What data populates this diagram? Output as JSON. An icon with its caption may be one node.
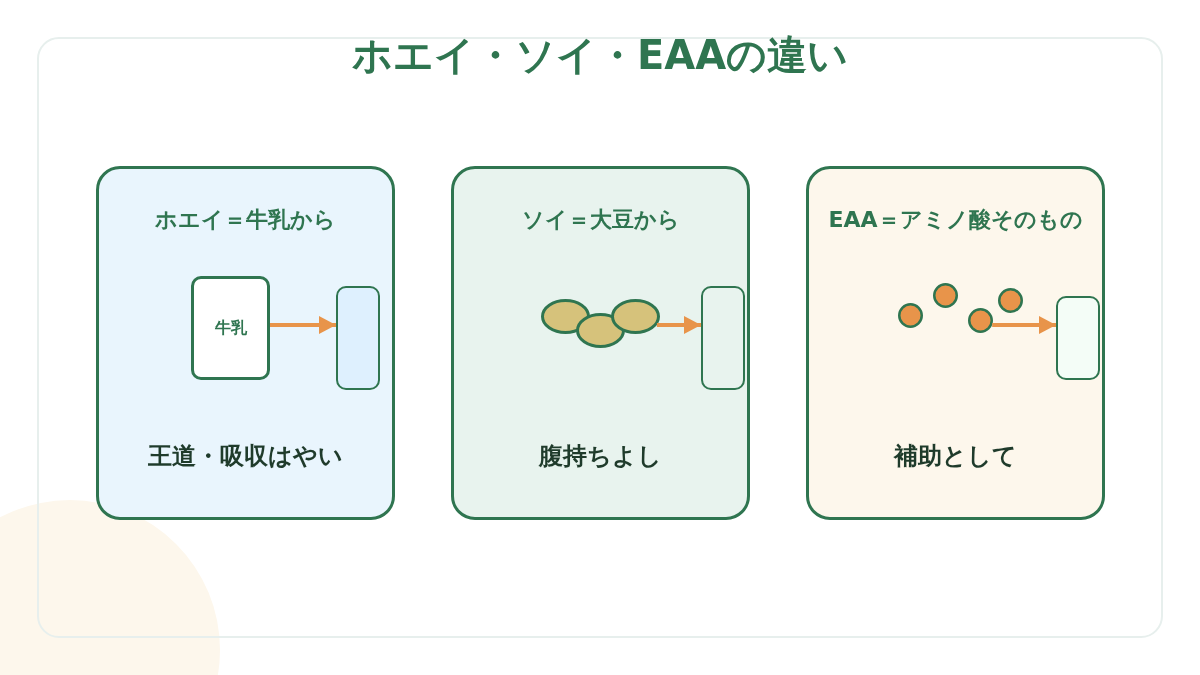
{
  "diagram": {
    "title": "ホエイ・ソイ・EAAの違い",
    "nodes": [
      {
        "text": [
          "ホエイ＝牛乳から",
          "王道・吸収はやい"
        ]
      },
      {
        "text": [
          "牛乳"
        ],
        "in": 0
      },
      {
        "text": [],
        "shape": "box",
        "in": 0
      },
      {
        "text": [
          "ソイ＝大豆から",
          "腹持ちよし"
        ]
      },
      {
        "text": [],
        "shape": "ellipse",
        "in": 3
      },
      {
        "text": [],
        "shape": "ellipse",
        "in": 3
      },
      {
        "text": [],
        "shape": "ellipse",
        "in": 3
      },
      {
        "text": [],
        "shape": "box",
        "in": 3
      },
      {
        "text": [
          "EAA＝アミノ酸そのもの",
          "補助として"
        ]
      },
      {
        "text": [],
        "shape": "circle",
        "in": 8
      },
      {
        "text": [],
        "shape": "circle",
        "in": 8
      },
      {
        "text": [],
        "shape": "circle",
        "in": 8
      },
      {
        "text": [],
        "shape": "circle",
        "in": 8
      },
      {
        "text": [],
        "shape": "box",
        "in": 8
      }
    ],
    "edges": [
      {
        "from": 1,
        "to": 2,
        "arrow": "to"
      },
      {
        "from": 6,
        "to": 7,
        "arrow": "to"
      },
      {
        "from": 11,
        "to": 13,
        "arrow": "to"
      }
    ]
  }
}
